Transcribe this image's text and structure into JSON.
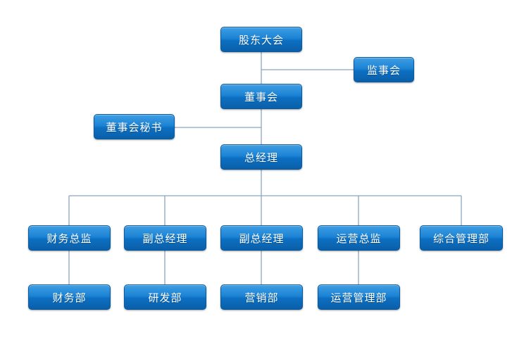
{
  "diagram": {
    "nodes": {
      "gudong": "股东大会",
      "jianshi": "监事会",
      "dongshi": "董事会",
      "mishu": "董事会秘书",
      "zongjingli": "总经理",
      "caiwuzongjian": "财务总监",
      "fuzong1": "副总经理",
      "fuzong2": "副总经理",
      "yunyingzongjian": "运营总监",
      "zonghe": "综合管理部",
      "caiwubu": "财务部",
      "yanfa": "研发部",
      "yingxiao": "营销部",
      "yunyingguanli": "运营管理部"
    },
    "colors": {
      "node_fill": "#1c83d4",
      "connector": "#8aa6c1",
      "text": "#ffffff"
    }
  }
}
